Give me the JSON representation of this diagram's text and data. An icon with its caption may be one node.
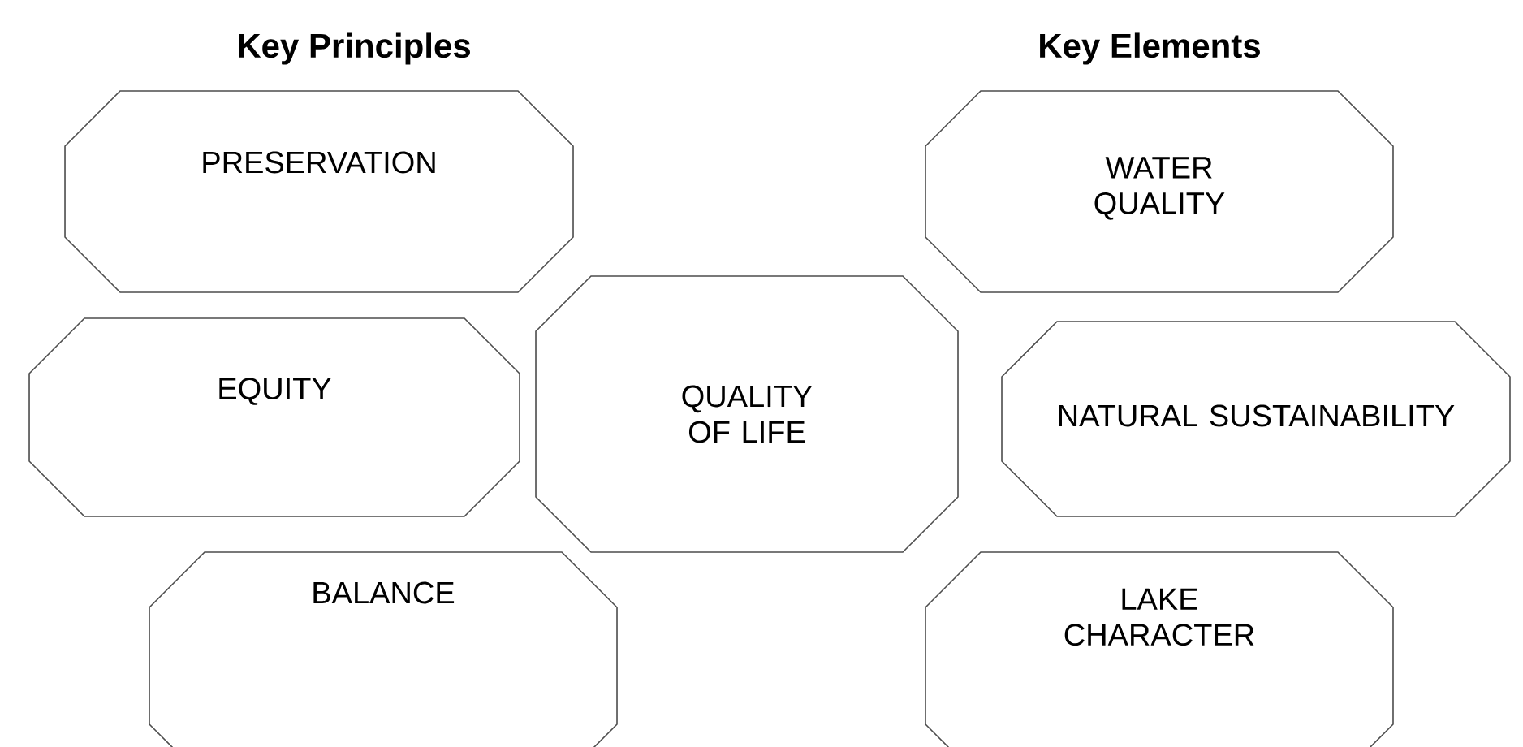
{
  "diagram": {
    "nodes": [
      {
        "text": [
          "PRESERVATION"
        ]
      },
      {
        "text": [
          "EQUITY"
        ]
      },
      {
        "text": [
          "BALANCE"
        ]
      },
      {
        "text": [
          "QUALITY OF LIFE"
        ]
      },
      {
        "text": [
          "WATER QUALITY"
        ]
      },
      {
        "text": [
          "NATURAL SUSTAINABILITY"
        ]
      },
      {
        "text": [
          "LAKE CHARACTER"
        ]
      }
    ],
    "labels": [
      "Key Principles",
      "Key Elements"
    ]
  }
}
